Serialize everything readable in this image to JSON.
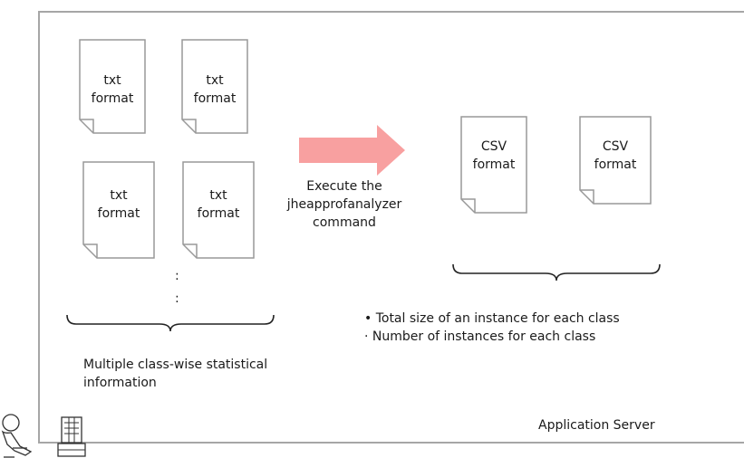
{
  "source_docs": [
    {
      "line1": "txt",
      "line2": "format"
    },
    {
      "line1": "txt",
      "line2": "format"
    },
    {
      "line1": "txt",
      "line2": "format"
    },
    {
      "line1": "txt",
      "line2": "format"
    }
  ],
  "ellipsis": [
    ":",
    ":"
  ],
  "source_caption": {
    "line1": "Multiple class-wise statistical",
    "line2": "information"
  },
  "arrow_caption": {
    "line1": "Execute the",
    "line2": "jheapprofanalyzer",
    "line3": "command"
  },
  "output_docs": [
    {
      "line1": "CSV",
      "line2": "format"
    },
    {
      "line1": "CSV",
      "line2": "format"
    }
  ],
  "bullets": [
    "• Total size of an instance for each class",
    "· Number of instances for each class"
  ],
  "server_label": "Application Server",
  "colors": {
    "arrow": "#f8a0a0",
    "frame": "#a6a6a6",
    "doc_border": "#999999"
  }
}
